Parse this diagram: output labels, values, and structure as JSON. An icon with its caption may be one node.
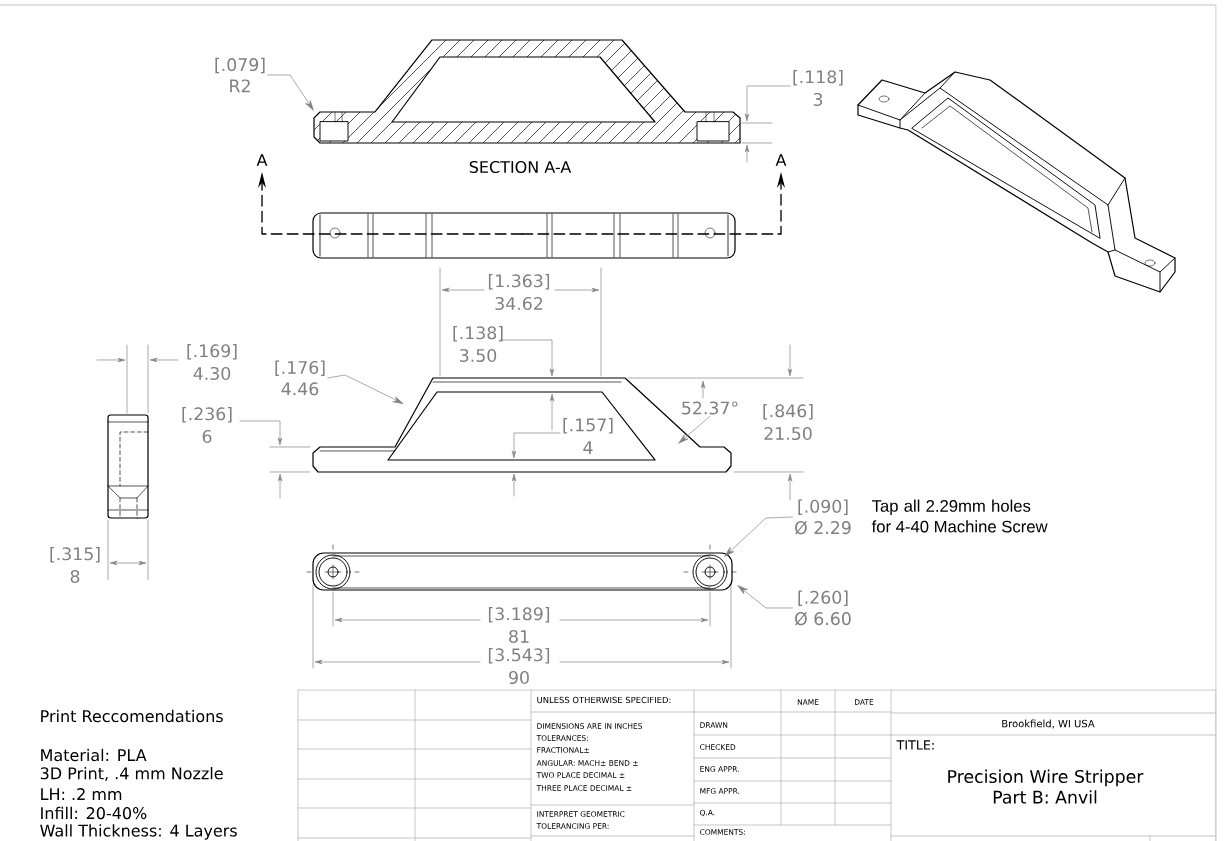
{
  "diagram": {
    "nodes": [
      {
        "text": [
          "[.079]",
          "R2"
        ]
      },
      {
        "text": [
          "[.176]",
          "4.46"
        ]
      },
      {
        "text": [
          "52.37°"
        ]
      },
      {
        "text": [
          "[.090]",
          "Ø 2.29"
        ]
      },
      {
        "text": [
          "[.260]",
          "Ø 6.60"
        ]
      },
      {
        "text": [],
        "shape": "picture"
      },
      {
        "text": [],
        "shape": "picture"
      },
      {
        "text": [],
        "shape": "picture"
      }
    ],
    "edges": [
      {
        "from": 0,
        "to": 5,
        "arrow": "to"
      },
      {
        "from": 1,
        "to": 6,
        "arrow": "to"
      },
      {
        "from": 2,
        "to": 6,
        "arrow": "to"
      },
      {
        "from": 3,
        "to": 7,
        "arrow": "to"
      },
      {
        "from": 4,
        "to": 7,
        "arrow": "to"
      }
    ],
    "labels": [
      "[.118] 3",
      "A",
      "A",
      "SECTION A-A",
      "[1.363] 34.62",
      "[.169] 4.30",
      "[.138] 3.50",
      "[.236] 6",
      "[.157] 4",
      "[.846] 21.50",
      "Tap all 2.29mm holes for 4-40 Machine Screw",
      "[.315] 8",
      "[3.189] 81",
      "[3.543] 90",
      "Print Reccomendations",
      "Material: PLA",
      "3D Print, .4 mm Nozzle",
      "LH: .2 mm",
      "Infill: 20-40%",
      "Wall Thickness: 4 Layers",
      "UNLESS OTHERWISE SPECIFIED:",
      "NAME",
      "DATE",
      "Brookfield, WI  USA",
      "DIMENSIONS ARE IN INCHES",
      "DRAWN",
      "TOLERANCES:",
      "FRACTIONAL±",
      "CHECKED",
      "TITLE:",
      "ANGULAR: MACH±     BEND ±",
      "TWO PLACE DECIMAL    ±",
      "ENG APPR.",
      "Precision Wire Stripper",
      "THREE PLACE DECIMAL  ±",
      "Part B: Anvil",
      "MFG APPR.",
      "INTERPRET GEOMETRIC",
      "Q.A.",
      "TOLERANCING PER:",
      "COMMENTS:"
    ]
  }
}
